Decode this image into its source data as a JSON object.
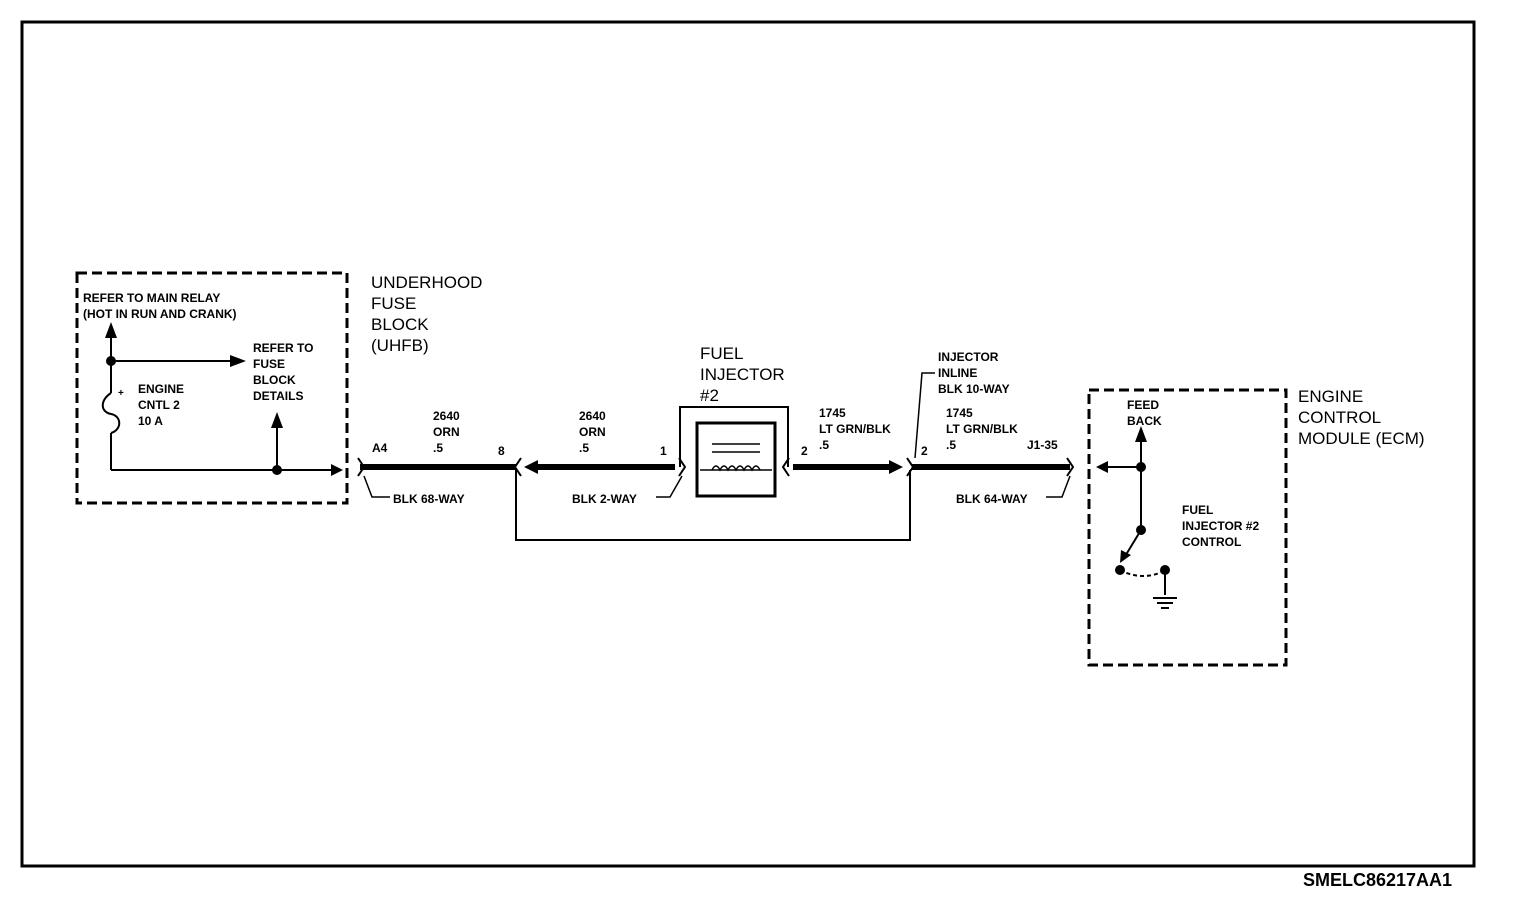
{
  "uhfb": {
    "title": "UNDERHOOD\nFUSE\nBLOCK\n(UHFB)",
    "main_relay": "REFER TO MAIN RELAY\n(HOT IN RUN AND CRANK)",
    "fuse_details": "REFER TO\nFUSE\nBLOCK\nDETAILS",
    "fuse": "ENGINE\nCNTL 2\n10 A"
  },
  "injector": {
    "title": "FUEL\nINJECTOR\n#2"
  },
  "inline": {
    "title": "INJECTOR\nINLINE\nBLK 10-WAY"
  },
  "ecm": {
    "title": "ENGINE\nCONTROL\nMODULE (ECM)",
    "feedback": "FEED\nBACK",
    "control": "FUEL\nINJECTOR #2\nCONTROL"
  },
  "wires": {
    "w1": "2640\nORN\n.5",
    "w2": "2640\nORN\n.5",
    "w3": "1745\nLT GRN/BLK\n.5",
    "w4": "1745\nLT GRN/BLK\n.5"
  },
  "pins": {
    "a4": "A4",
    "p8": "8",
    "p1": "1",
    "p2a": "2",
    "p2b": "2",
    "j135": "J1-35"
  },
  "connectors": {
    "c68": "BLK 68-WAY",
    "c2": "BLK 2-WAY",
    "c64": "BLK 64-WAY"
  },
  "figure_code": "SMELC86217AA1"
}
